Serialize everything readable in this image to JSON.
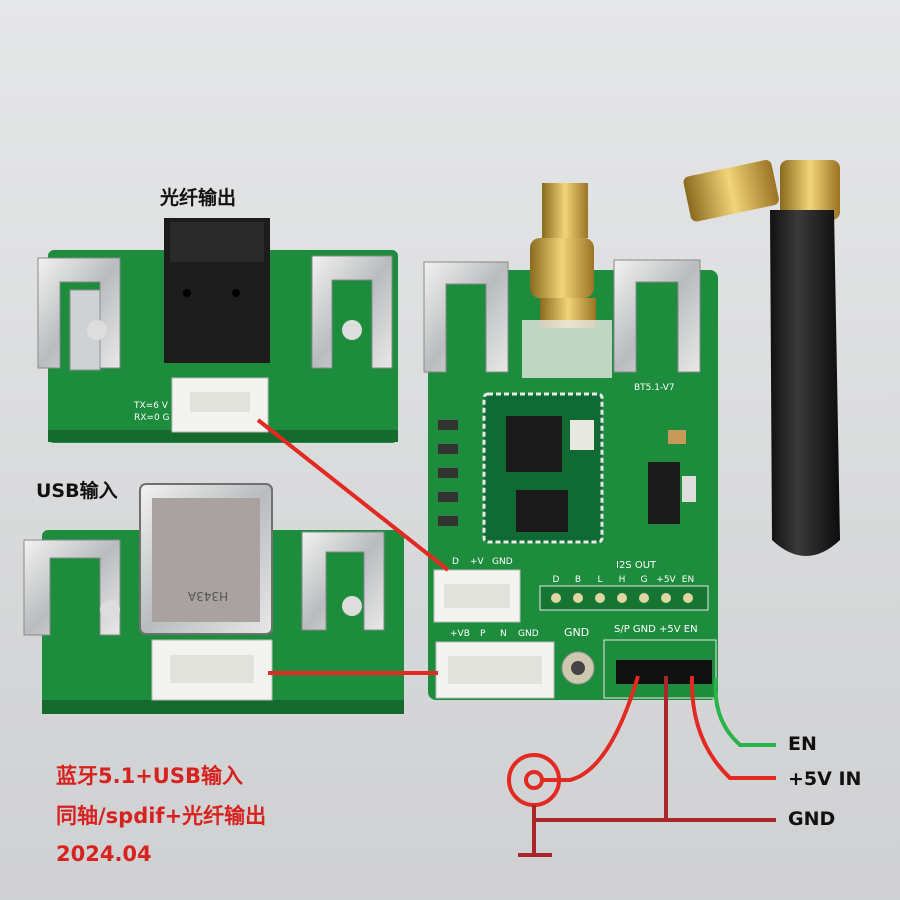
{
  "labels": {
    "optical_out": "光纤输出",
    "usb_in": "USB输入",
    "en": "EN",
    "v5": "+5V IN",
    "gnd": "GND"
  },
  "caption": {
    "line1": "蓝牙5.1+USB输入",
    "line2": "同轴/spdif+光纤输出",
    "line3": "2024.04"
  },
  "silkscreen": {
    "board_name": "BT5.1-V7",
    "i2s_title": "I2S OUT",
    "i2s_pins": [
      "D",
      "B",
      "L",
      "H",
      "G",
      "+5V",
      "EN"
    ],
    "input_pins": [
      "D",
      "+V",
      "GND"
    ],
    "usb_pins": [
      "+VB",
      "P",
      "N",
      "GND"
    ],
    "out_pins": "S/P GND +5V EN",
    "gnd_pad": "GND",
    "opt_pins": [
      "TX=6 V",
      "RX=0 G"
    ],
    "usb_chip": "H343A"
  },
  "colors": {
    "pcb": "#1f8a3a",
    "wire_red": "#e32a22",
    "wire_green": "#29b34a",
    "wire_darkred": "#a8262c"
  }
}
